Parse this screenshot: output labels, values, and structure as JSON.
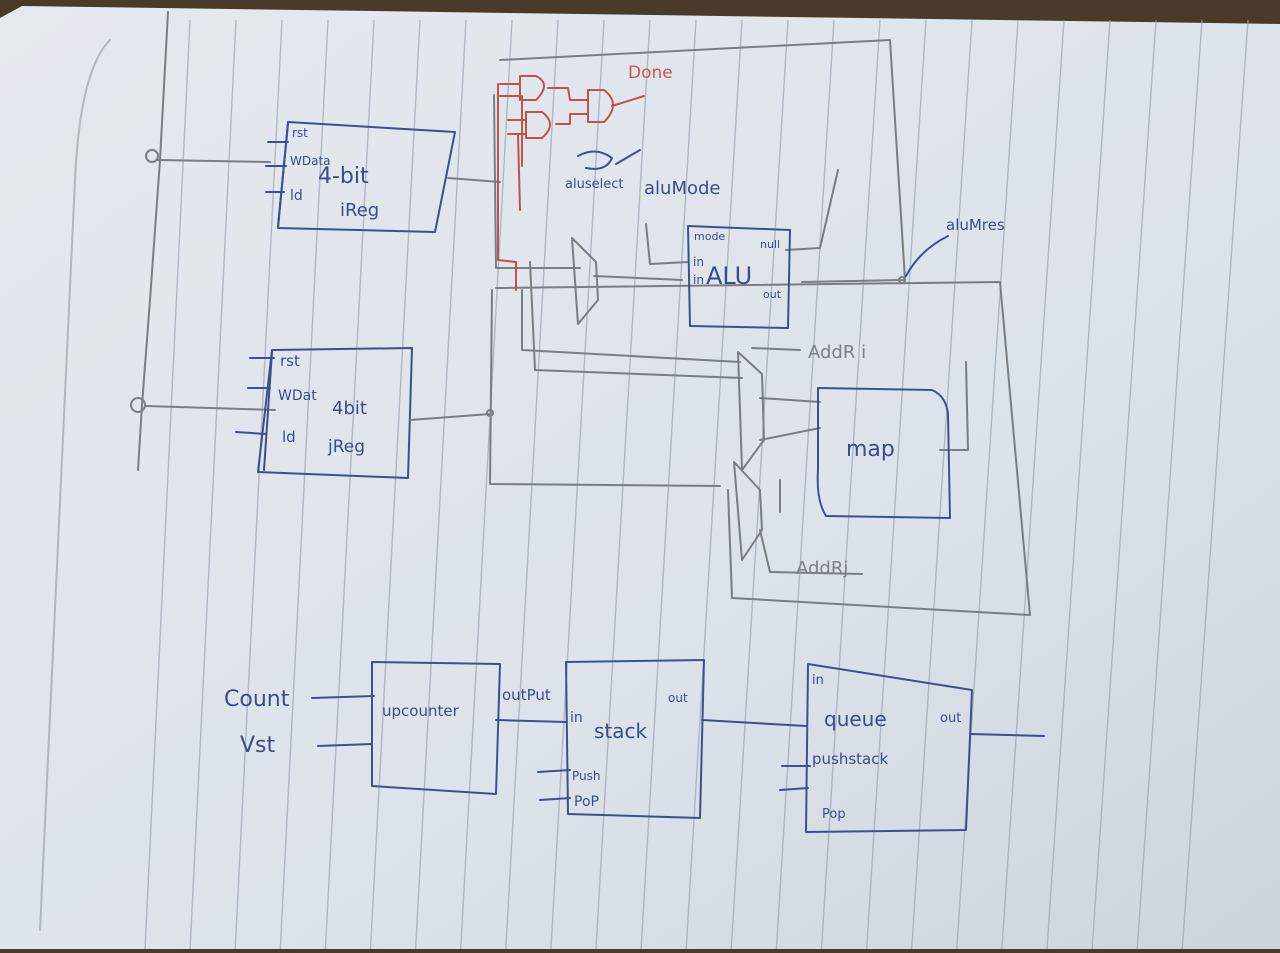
{
  "colors": {
    "paper": "#dfe4ea",
    "rule_line": "#9aa4b4",
    "blue_ink": "#3d4f8f",
    "pencil": "#7a7d82",
    "red_ink": "#c0524a",
    "desk": "#4a3a2a"
  },
  "blocks": {
    "ireg": {
      "pins": [
        "rst",
        "WData",
        "ld"
      ],
      "title": "4-bit",
      "subtitle": "iReg"
    },
    "jreg": {
      "pins": [
        "rst",
        "WDat",
        "ld"
      ],
      "title": "4bit",
      "subtitle": "jReg"
    },
    "alu": {
      "title": "ALU",
      "pins_in": [
        "mode",
        "in",
        "in"
      ],
      "pins_out": [
        "null",
        "out"
      ]
    },
    "map": {
      "title": "map"
    },
    "upcounter": {
      "title": "upcounter",
      "output": "outPut"
    },
    "stack": {
      "title": "stack",
      "pins": [
        "in",
        "Push",
        "PoP"
      ],
      "output": "out"
    },
    "queue": {
      "title": "queue",
      "pins": [
        "in",
        "pushstack",
        "Pop"
      ],
      "output": "out"
    }
  },
  "signals": {
    "done": "Done",
    "alu_select": "aluselect",
    "alu_mode": "aluMode",
    "alu_res": "aluMres",
    "addr_i": "AddR i",
    "addr_j": "AddRj",
    "count": "Count",
    "rst": "Vst"
  }
}
